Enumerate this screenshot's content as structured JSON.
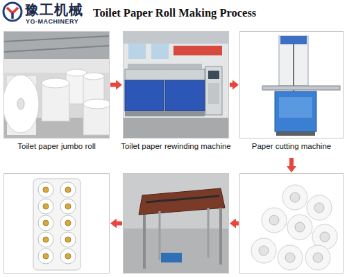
{
  "diagram": {
    "title": "Toilet Paper Roll Making Process",
    "nodes": [
      {
        "text": [
          "Toilet paper jumbo roll"
        ]
      },
      {
        "text": [
          "Toilet paper rewinding machine"
        ]
      },
      {
        "text": [
          "Paper cutting machine"
        ]
      },
      {
        "text": []
      },
      {
        "text": []
      },
      {
        "text": []
      }
    ],
    "edges": [
      {
        "from": 0,
        "to": 1,
        "arrow": "to"
      },
      {
        "from": 1,
        "to": 2,
        "arrow": "to"
      },
      {
        "from": 2,
        "to": 3,
        "arrow": "to"
      },
      {
        "from": 3,
        "to": 4,
        "arrow": "to"
      },
      {
        "from": 4,
        "to": 5,
        "arrow": "to"
      }
    ],
    "labels": [
      "豫工机械",
      "YG-MACHINERY"
    ]
  }
}
